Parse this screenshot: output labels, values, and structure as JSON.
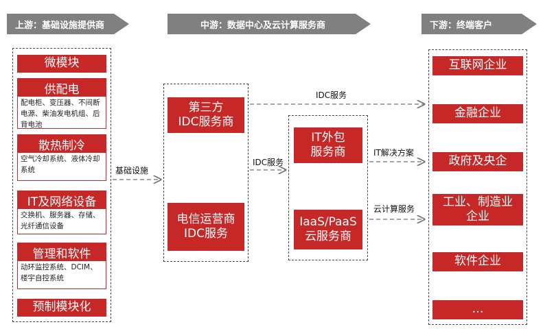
{
  "headers": {
    "upstream": "上游：基础设施提供商",
    "midstream": "中游：数据中心及云计算服务商",
    "downstream": "下游：终端客户"
  },
  "upstream": {
    "items": [
      {
        "title": "微模块",
        "desc": ""
      },
      {
        "title": "供配电",
        "desc": "配电柜、变压器、不间断电源、柴油发电机组、后背电池"
      },
      {
        "title": "散热制冷",
        "desc": "空气冷却系统、液体冷却系统"
      },
      {
        "title": "IT及网络设备",
        "desc": "交换机、服务器、存储、光纤通信设备"
      },
      {
        "title": "管理和软件",
        "desc": "动环监控系统、DCIM、楼宇自控系统"
      },
      {
        "title": "预制模块化",
        "desc": ""
      }
    ],
    "flow_label": "基础设施"
  },
  "midstream": {
    "providers": {
      "third_party": "第三方\nIDC服务商",
      "telecom": "电信运营商\nIDC服务"
    },
    "services": {
      "it_outsourcing": "IT外包\n服务商",
      "iaas_paas": "IaaS/PaaS\n云服务商"
    },
    "flow_label_idc": "IDC服务",
    "flow_label_top": "IDC服务",
    "flow_label_it": "IT解决方案",
    "flow_label_cloud": "云计算服务"
  },
  "downstream": {
    "items": [
      "互联网企业",
      "金融企业",
      "政府及央企",
      "工业、制造业\n企业",
      "软件企业",
      "…"
    ]
  }
}
